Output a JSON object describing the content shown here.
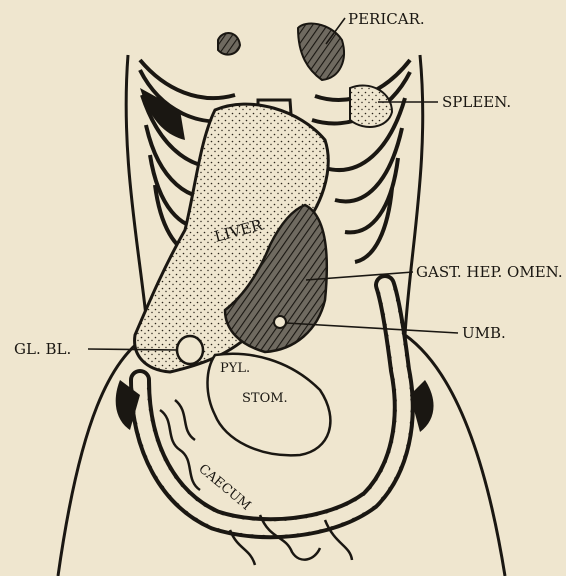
{
  "figure": {
    "labels": {
      "pericar": "PERICAR.",
      "spleen": "SPLEEN.",
      "gast_hep_omen": "GAST. HEP. OMEN.",
      "umb": "UMB.",
      "gl_bl": "GL. BL.",
      "liver": "LIVER",
      "pyl": "PYL.",
      "stom": "STOM.",
      "caecum": "CAECUM"
    },
    "colors": {
      "paper": "#efe6cf",
      "ink": "#1a1712"
    }
  }
}
